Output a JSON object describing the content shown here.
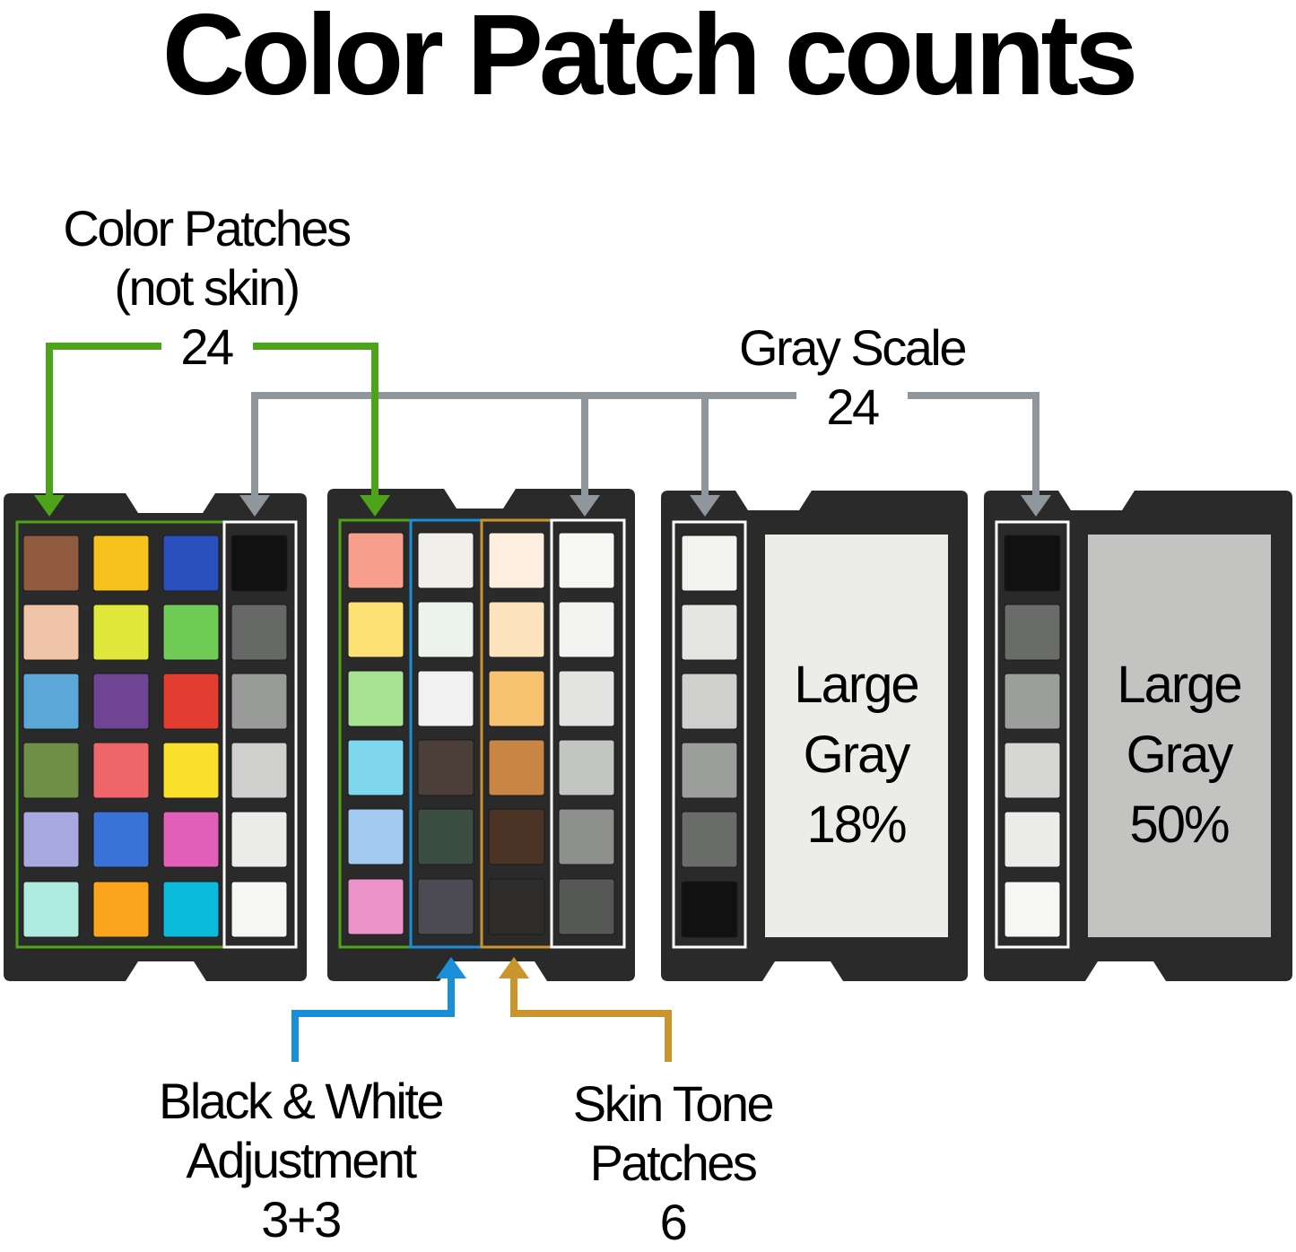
{
  "title": "Color Patch counts",
  "labels": {
    "color_patches": {
      "line1": "Color Patches",
      "line2": "(not skin)",
      "count": "24",
      "color": "#4da31a"
    },
    "gray_scale": {
      "line1": "Gray Scale",
      "count": "24",
      "color": "#8f969c"
    },
    "bw_adjustment": {
      "line1": "Black & White",
      "line2": "Adjustment",
      "count": "3+3",
      "color": "#1a8ed6"
    },
    "skin_tone": {
      "line1": "Skin Tone",
      "line2": "Patches",
      "count": "6",
      "color": "#c9952c"
    }
  },
  "cards": [
    {
      "id": "card-1",
      "columns": [
        {
          "group": "color",
          "patches": [
            "#8f5a40",
            "#f7c21e",
            "#2a4fbf",
            "#f0c4a8",
            "#dfe83a",
            "#6fcb55",
            "#5aa7d8",
            "#6f4495",
            "#e23b2f",
            "#6e8d45",
            "#ef6569",
            "#fbe02b",
            "#a8a9e0",
            "#3a72d5",
            "#e25fb8",
            "#aeeadf",
            "#fba51f",
            "#0cbad9"
          ]
        },
        {
          "group": "gray",
          "patches": [
            "#111111",
            "#666866",
            "#999b99",
            "#cfd0ce",
            "#ececea",
            "#f6f6f4"
          ]
        }
      ]
    },
    {
      "id": "card-2",
      "columns": [
        {
          "group": "color",
          "patches": [
            "#f79f8c",
            "#fde175",
            "#a8e293",
            "#7fd7ee",
            "#a3cbf2",
            "#ec93c9"
          ]
        },
        {
          "group": "bw",
          "patches": [
            "#f1efea",
            "#ecf2ec",
            "#f1f1f1",
            "#4c3f39",
            "#3b4c40",
            "#4c4a52"
          ]
        },
        {
          "group": "skin",
          "patches": [
            "#feeedf",
            "#fde2be",
            "#f8c271",
            "#c98545",
            "#4b3326",
            "#2e2d2b"
          ]
        },
        {
          "group": "gray",
          "patches": [
            "#f6f6f4",
            "#f3f3f1",
            "#e3e4e2",
            "#c3c5c3",
            "#8d8f8c",
            "#565855"
          ]
        }
      ]
    },
    {
      "id": "card-3",
      "gray_column": [
        "#f3f3f0",
        "#e5e6e3",
        "#cfd0cd",
        "#9c9e9b",
        "#6a6c69",
        "#111111"
      ],
      "large_patch": {
        "line1": "Large",
        "line2": "Gray",
        "line3": "18%",
        "color": "#ecece9"
      }
    },
    {
      "id": "card-4",
      "gray_column": [
        "#111111",
        "#6a6c69",
        "#9c9e9b",
        "#d6d7d4",
        "#ececea",
        "#f6f6f4"
      ],
      "large_patch": {
        "line1": "Large",
        "line2": "Gray",
        "line3": "50%",
        "color": "#c3c4c1"
      }
    }
  ],
  "colors": {
    "card_body": "#2a2a2a",
    "gray_frame": "#ffffff"
  }
}
